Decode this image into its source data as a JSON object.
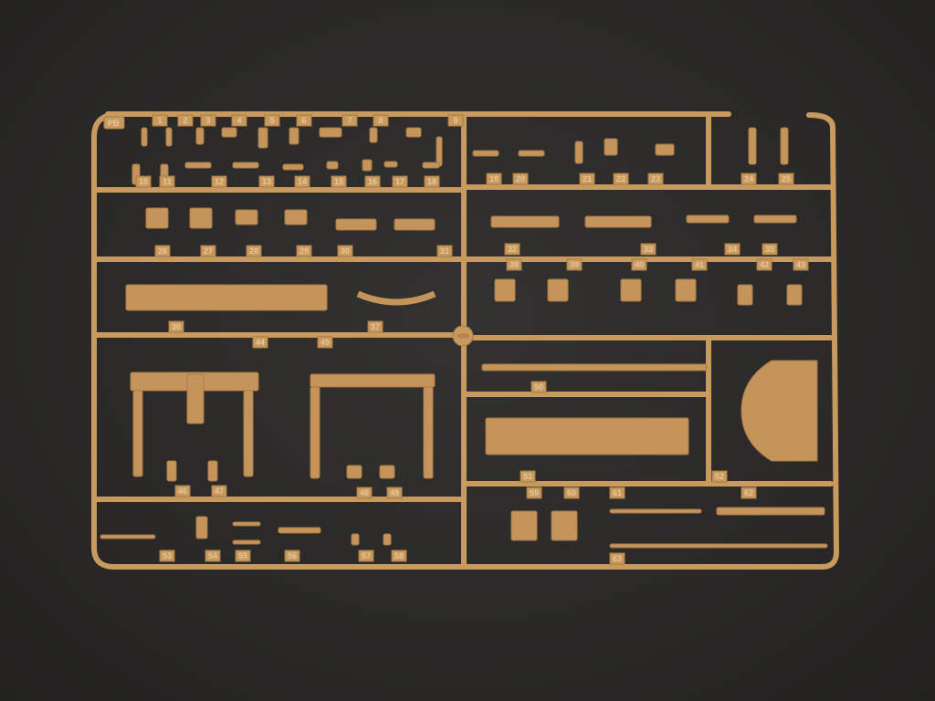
{
  "sprue": {
    "letter_code": "PB",
    "color": "#c99a5e",
    "background_color": "#2b2a29",
    "part_numbers": [
      "1",
      "2",
      "3",
      "4",
      "5",
      "6",
      "7",
      "8",
      "9",
      "10",
      "11",
      "12",
      "13",
      "14",
      "15",
      "16",
      "17",
      "18",
      "19",
      "20",
      "21",
      "22",
      "23",
      "24",
      "25",
      "26",
      "27",
      "28",
      "29",
      "30",
      "31",
      "32",
      "33",
      "34",
      "35",
      "36",
      "37",
      "38",
      "39",
      "40",
      "41",
      "42",
      "43",
      "44",
      "45",
      "46",
      "47",
      "48",
      "49",
      "50",
      "51",
      "52",
      "53",
      "54",
      "55",
      "56",
      "57",
      "58",
      "59",
      "60",
      "61",
      "62",
      "63"
    ]
  }
}
